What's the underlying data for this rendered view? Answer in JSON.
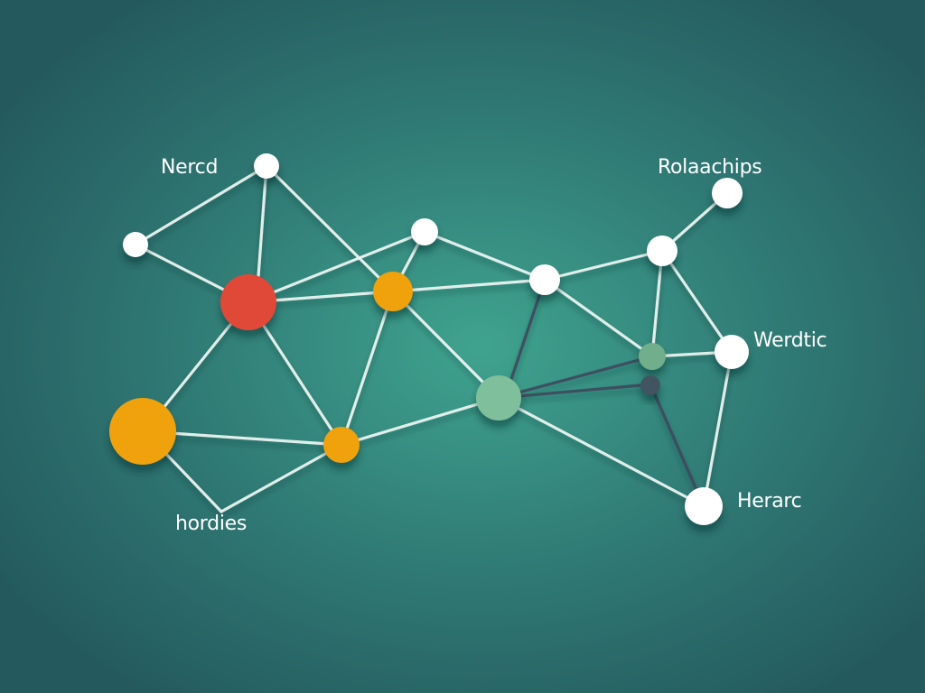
{
  "labels": {
    "top_left": "Nercd",
    "top_right": "Rolaachips",
    "mid_right": "Werdtic",
    "bottom_right": "Herarc",
    "bottom_left": "hordies"
  },
  "colors": {
    "background_center": "#3fa38f",
    "background_edge": "#245a5e",
    "edge_light": "#e9f4f2",
    "edge_dark": "#3e4a5c",
    "node_white": "#ffffff",
    "node_red": "#e04a37",
    "node_orange": "#f0a210",
    "node_green": "#7fbf9c",
    "node_slate": "#3f5560"
  },
  "nodes": [
    {
      "id": "n-top",
      "color": "white"
    },
    {
      "id": "n-left",
      "color": "white"
    },
    {
      "id": "n-red-hub",
      "color": "red"
    },
    {
      "id": "n-orange-big",
      "color": "orange"
    },
    {
      "id": "n-orange-mid",
      "color": "orange"
    },
    {
      "id": "n-orange-low",
      "color": "orange"
    },
    {
      "id": "n-white-center-top",
      "color": "white"
    },
    {
      "id": "n-white-center",
      "color": "white"
    },
    {
      "id": "n-green-hub",
      "color": "green"
    },
    {
      "id": "n-white-right-top",
      "color": "white"
    },
    {
      "id": "n-white-far-right-top",
      "color": "white"
    },
    {
      "id": "n-green-small",
      "color": "green"
    },
    {
      "id": "n-slate-small",
      "color": "slate"
    },
    {
      "id": "n-white-right-mid",
      "color": "white"
    },
    {
      "id": "n-white-right-bottom",
      "color": "white"
    },
    {
      "id": "n-bottom-left-vertex",
      "color": "none"
    }
  ]
}
